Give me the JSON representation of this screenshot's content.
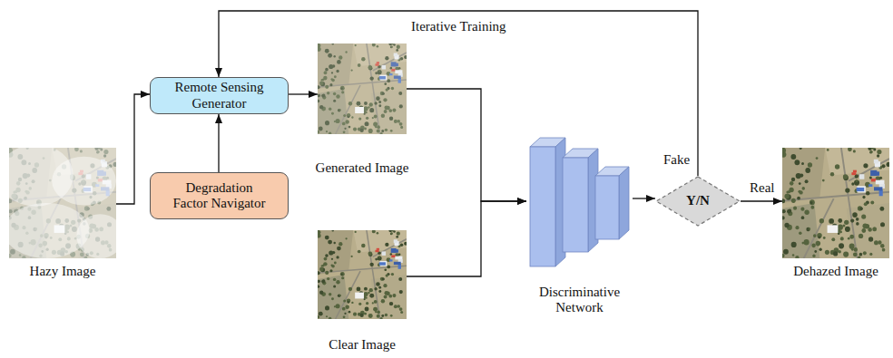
{
  "diagram": {
    "nodes": [
      {
        "text": [
          "Hazy Image"
        ]
      },
      {
        "text": [
          "Remote Sensing Generator"
        ]
      },
      {
        "text": [
          "Degradation Factor Navigator"
        ]
      },
      {
        "text": [
          "Generated Image"
        ]
      },
      {
        "text": [
          "Clear Image"
        ]
      },
      {
        "text": [
          "Discriminative Network"
        ]
      },
      {
        "text": [
          "Y/N"
        ]
      },
      {
        "text": [
          "Dehazed Image"
        ]
      }
    ],
    "edges": [
      {
        "from": 0,
        "to": 1,
        "arrow": "to"
      },
      {
        "from": 2,
        "to": 1,
        "arrow": "to"
      },
      {
        "from": 1,
        "to": 3,
        "arrow": "to"
      },
      {
        "from": 3,
        "to": 5,
        "arrow": "to"
      },
      {
        "from": 4,
        "to": 5,
        "arrow": "to"
      },
      {
        "from": 5,
        "to": 6,
        "arrow": "to"
      },
      {
        "from": 6,
        "to": 7,
        "label": "Real",
        "arrow": "to"
      },
      {
        "from": 6,
        "to": 1,
        "label": "Fake",
        "arrow": "to"
      }
    ],
    "labels": [
      "Iterative Training"
    ]
  }
}
